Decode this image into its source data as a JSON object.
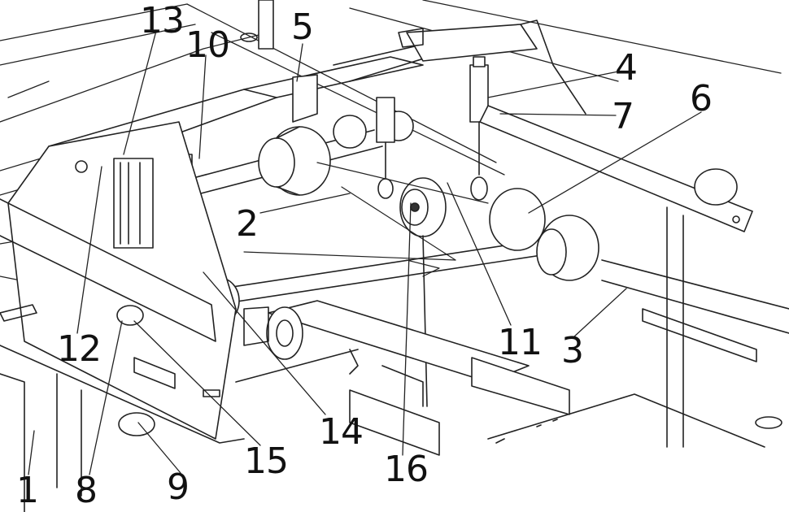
{
  "figure": {
    "labels": {
      "l1": "1",
      "l2": "2",
      "l3": "3",
      "l4": "4",
      "l5": "5",
      "l6": "6",
      "l7": "7",
      "l8": "8",
      "l9": "9",
      "l10": "10",
      "l11": "11",
      "l12": "12",
      "l13": "13",
      "l14": "14",
      "l15": "15",
      "l16": "16"
    }
  }
}
